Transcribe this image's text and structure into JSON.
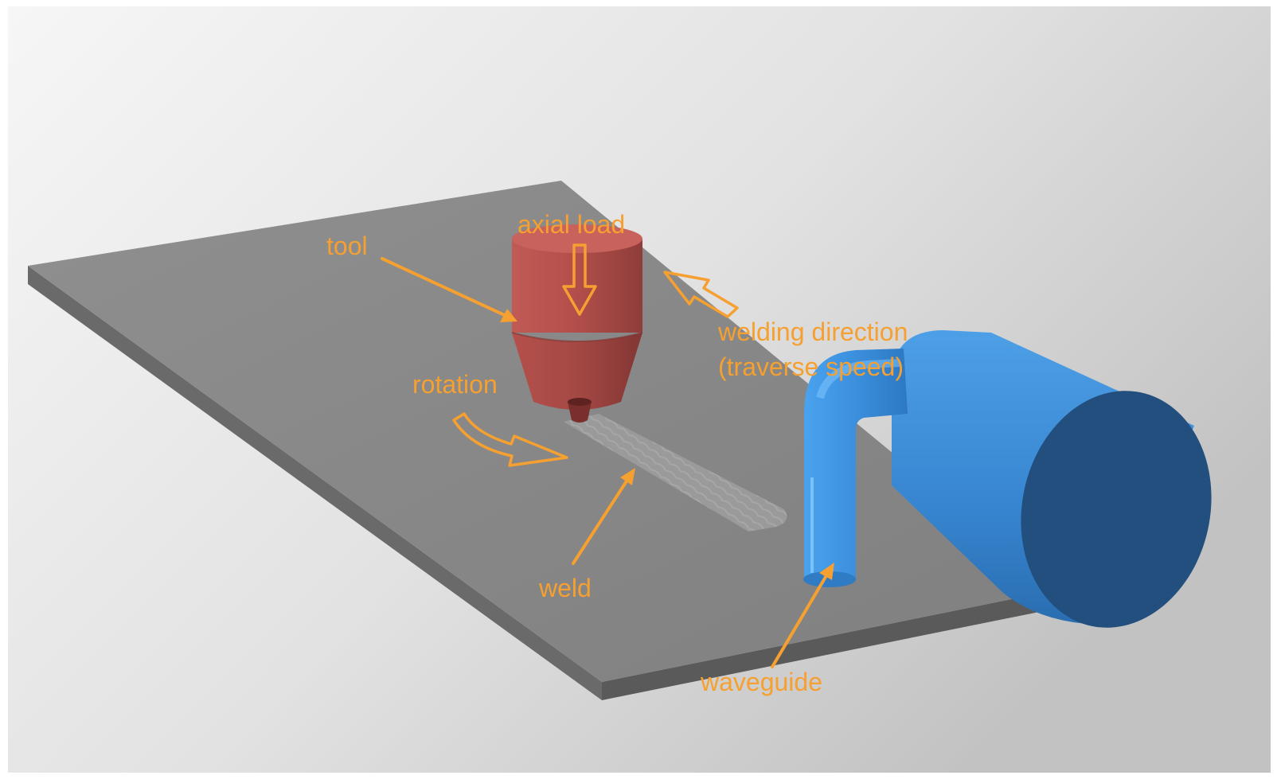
{
  "labels": {
    "tool": "tool",
    "axial_load": "axial load",
    "welding_direction_line1": "welding direction",
    "welding_direction_line2": "(traverse speed)",
    "rotation": "rotation",
    "weld": "weld",
    "waveguide": "waveguide"
  },
  "colors": {
    "annotation": "#F5A030",
    "plate_top": "#8c8c8c",
    "plate_edge": "#5e5e5e",
    "tool_body": "#b8524e",
    "tool_shade": "#8e3c3a",
    "waveguide": "#3d8fdc",
    "waveguide_dark": "#24568a",
    "background_light": "#f4f4f4",
    "background_dark": "#c4c4c4"
  }
}
